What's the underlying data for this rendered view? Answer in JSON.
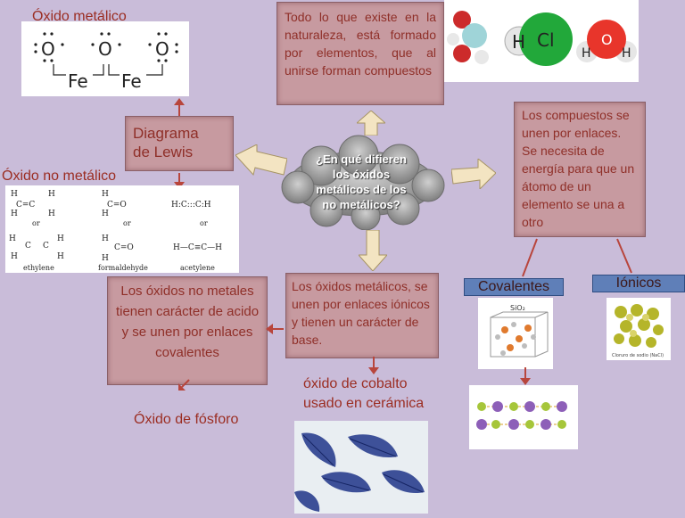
{
  "labels": {
    "oxido_metalico": "Óxido metálico",
    "oxido_no_metalico": "Óxido no metálico",
    "oxido_fosforo": "Óxido de fósforo",
    "oxido_cobalto": "óxido de cobalto usado en cerámica"
  },
  "boxes": {
    "naturaleza": "Todo lo que existe en la naturaleza, está formado por elementos, que al unirse forman compuestos",
    "diagrama_lewis_line1": "Diagrama",
    "diagrama_lewis_line2": "de Lewis",
    "compuestos": "Los compuestos se unen por enlaces. Se necesita de energía para que un átomo de un elemento se una a otro",
    "no_metales": "Los óxidos no metales tienen carácter de acido y se unen por enlaces covalentes",
    "metalicos": "Los óxidos metálicos, se unen por enlaces iónicos y tienen un carácter de base."
  },
  "center": {
    "question_l1": "¿En qué difieren",
    "question_l2": "los óxidos",
    "question_l3": "metálicos de los",
    "question_l4": "no metálicos?"
  },
  "tags": {
    "covalentes": "Covalentes",
    "ionicos": "Iónicos"
  },
  "lewis": {
    "o1": "O",
    "o2": "O",
    "o3": "O",
    "fe1": "Fe",
    "fe2": "Fe"
  },
  "molecules": {
    "hcl_h": "H",
    "hcl_cl": "Cl",
    "water_o": "O",
    "water_h1": "H",
    "water_h2": "H"
  },
  "structures": {
    "ethylene": "ethylene",
    "formaldehyde": "formaldehyde",
    "acetylene": "acetylene",
    "or": "or",
    "sio2": "SiO₂",
    "nacl_caption": "Cloruro de sodio (NaCl)"
  },
  "colors": {
    "background": "#c9bcd9",
    "box_fill": "#c79aa0",
    "text_red": "#9b2d22",
    "tag_blue": "#5f7fb8"
  }
}
